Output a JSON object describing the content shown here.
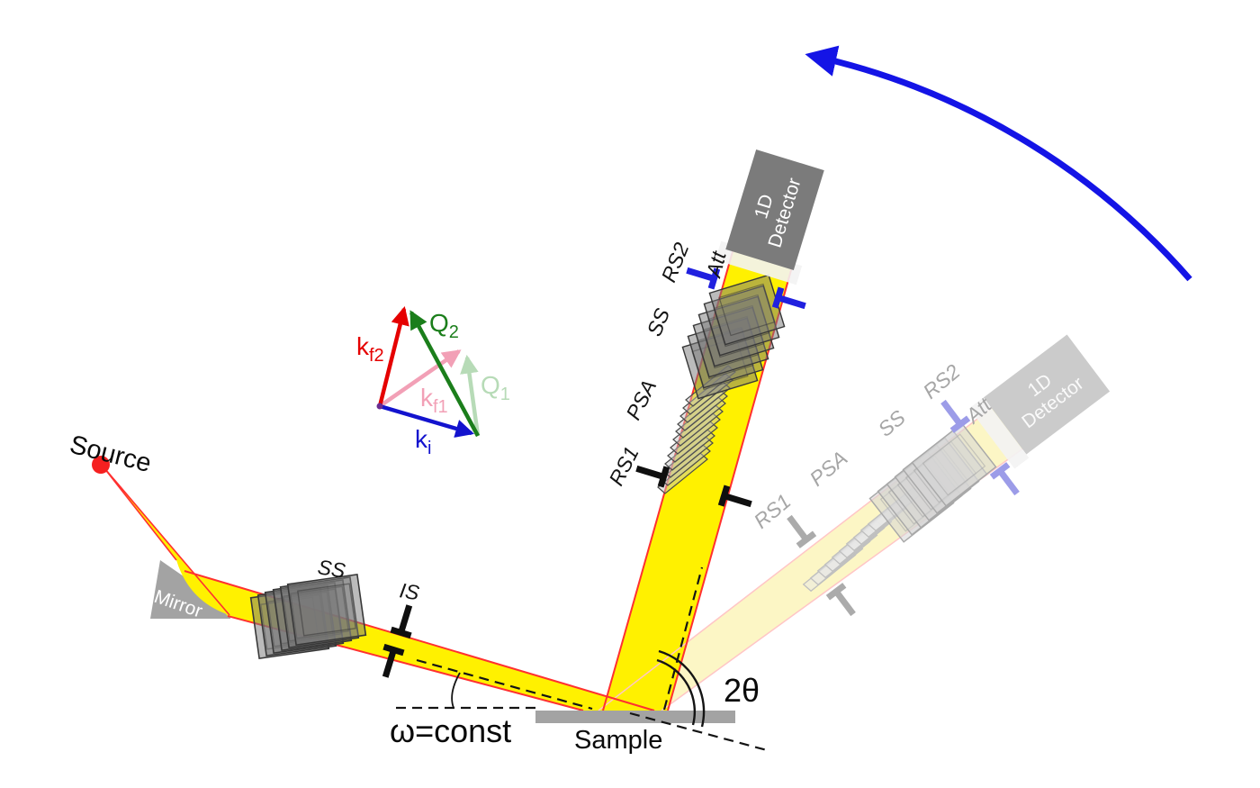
{
  "diagram": {
    "labels": {
      "source": "Source",
      "mirror": "Mirror",
      "slit_system_incident": "SS",
      "incident_slit": "IS",
      "omega": "ω=const",
      "sample": "Sample",
      "two_theta": "2θ"
    },
    "arm": {
      "rs1": "RS1",
      "psa": "PSA",
      "ss": "SS",
      "rs2": "RS2",
      "att": "Att",
      "detector_line1": "1D",
      "detector_line2": "Detector"
    },
    "ghost_arm": {
      "rs1": "RS1",
      "psa": "PSA",
      "ss": "SS",
      "rs2": "RS2",
      "att": "Att",
      "detector_line1": "1D",
      "detector_line2": "Detector"
    },
    "vectors": {
      "ki": {
        "main": "k",
        "sub": "i"
      },
      "kf1": {
        "main": "k",
        "sub": "f1"
      },
      "kf2": {
        "main": "k",
        "sub": "f2"
      },
      "q1": {
        "main": "Q",
        "sub": "1"
      },
      "q2": {
        "main": "Q",
        "sub": "2"
      }
    },
    "colors": {
      "beam": "#FFF100",
      "beam_edge": "#FF3030",
      "ghost_beam": "#FCF6C5",
      "ghost_beam_edge": "#FFC6C6",
      "source_dot": "#F52020",
      "ki": "#1313CE",
      "kf1": "#F2A0B6",
      "kf2": "#E50000",
      "q1": "#B7DBB7",
      "q2": "#1B7E1B",
      "rotation_arrow": "#1414E6",
      "slit": "#0F0F0F",
      "rs2_slit": "#2020DF",
      "ghost_slit": "#ABABAB",
      "ghost_rs2_slit": "#9C9CE8",
      "mirror": "#A3A3A3",
      "sample": "#A3A3A3",
      "detector": "#7B7B7B",
      "ghost_detector": "#CBCBCB"
    }
  }
}
